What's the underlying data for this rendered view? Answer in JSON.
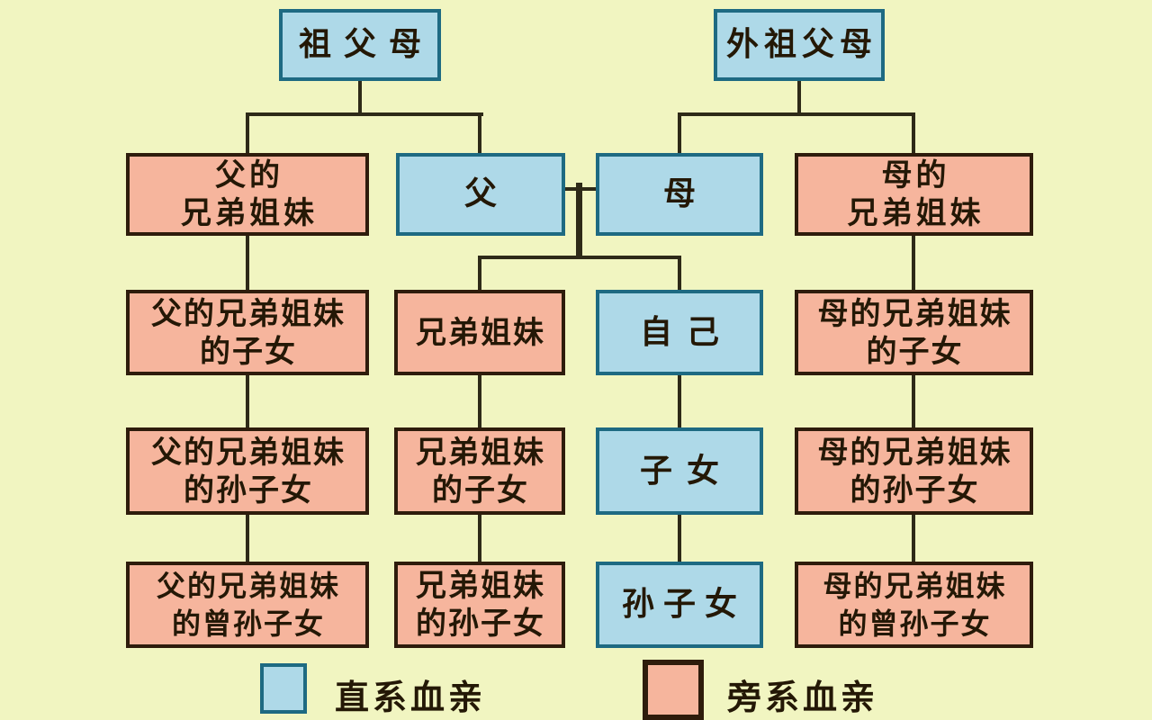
{
  "palette": {
    "background": "#f1f5c1",
    "direct_fill": "#aed9e8",
    "direct_border": "#1e6a82",
    "collateral_fill": "#f6b59d",
    "collateral_border": "#2e1c0c",
    "line_color": "#2e2a18",
    "text_color": "#241806"
  },
  "nodes": {
    "paternal_grandparents": {
      "type": "direct",
      "lines": [
        "祖父母"
      ]
    },
    "maternal_grandparents": {
      "type": "direct",
      "lines": [
        "外祖父母"
      ]
    },
    "father_siblings": {
      "type": "collateral",
      "lines": [
        "父的",
        "兄弟姐妹"
      ]
    },
    "father": {
      "type": "direct",
      "lines": [
        "父"
      ]
    },
    "mother": {
      "type": "direct",
      "lines": [
        "母"
      ]
    },
    "mother_siblings": {
      "type": "collateral",
      "lines": [
        "母的",
        "兄弟姐妹"
      ]
    },
    "father_siblings_children": {
      "type": "collateral",
      "lines": [
        "父的兄弟姐妹",
        "的子女"
      ]
    },
    "siblings": {
      "type": "collateral",
      "lines": [
        "兄弟姐妹"
      ]
    },
    "self": {
      "type": "direct",
      "lines": [
        "自己"
      ]
    },
    "mother_siblings_children": {
      "type": "collateral",
      "lines": [
        "母的兄弟姐妹",
        "的子女"
      ]
    },
    "father_siblings_grandchildren": {
      "type": "collateral",
      "lines": [
        "父的兄弟姐妹",
        "的孙子女"
      ]
    },
    "siblings_children": {
      "type": "collateral",
      "lines": [
        "兄弟姐妹",
        "的子女"
      ]
    },
    "children": {
      "type": "direct",
      "lines": [
        "子女"
      ]
    },
    "mother_siblings_grandchildren": {
      "type": "collateral",
      "lines": [
        "母的兄弟姐妹",
        "的孙子女"
      ]
    },
    "father_siblings_great_grandchildren": {
      "type": "collateral",
      "lines": [
        "父的兄弟姐妹",
        "的曾孙子女"
      ]
    },
    "siblings_grandchildren": {
      "type": "collateral",
      "lines": [
        "兄弟姐妹",
        "的孙子女"
      ]
    },
    "grandchildren": {
      "type": "direct",
      "lines": [
        "孙子女"
      ]
    },
    "mother_siblings_great_grandchildren": {
      "type": "collateral",
      "lines": [
        "母的兄弟姐妹",
        "的曾孙子女"
      ]
    }
  },
  "legend": {
    "direct": {
      "label": "直系血亲",
      "color": "#aed9e8"
    },
    "collateral": {
      "label": "旁系血亲",
      "color": "#f6b59d"
    }
  }
}
